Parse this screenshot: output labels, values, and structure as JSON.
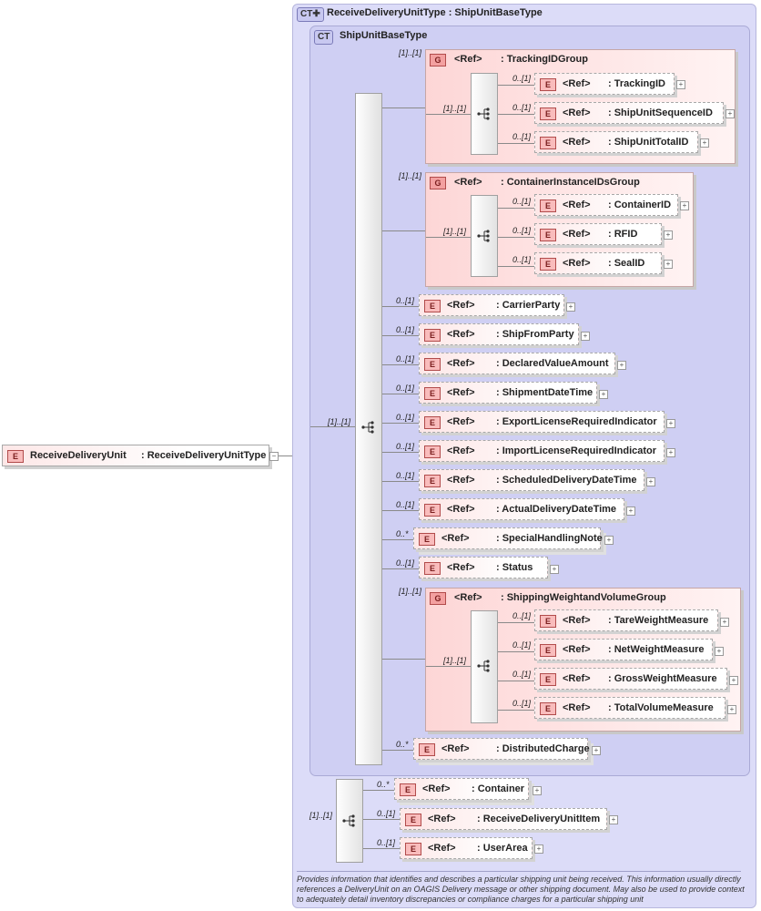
{
  "root": {
    "badge": "E",
    "name": "ReceiveDeliveryUnit",
    "type": ": ReceiveDeliveryUnitType"
  },
  "outer_type": {
    "badge": "CT",
    "label": "ReceiveDeliveryUnitType : ShipUnitBaseType"
  },
  "inner_type": {
    "badge": "CT",
    "label": "ShipUnitBaseType"
  },
  "ref_label": "<Ref>",
  "cards": {
    "one": "[1]..[1]",
    "opt": "0..[1]",
    "many": "0..*"
  },
  "groups": [
    {
      "name": ": TrackingIDGroup",
      "items": [
        ": TrackingID",
        ": ShipUnitSequenceID",
        ": ShipUnitTotalID"
      ]
    },
    {
      "name": ": ContainerInstanceIDsGroup",
      "items": [
        ": ContainerID",
        ": RFID",
        ": SealID"
      ]
    },
    {
      "name": ": ShippingWeightandVolumeGroup",
      "items": [
        ": TareWeightMeasure",
        ": NetWeightMeasure",
        ": GrossWeightMeasure",
        ": TotalVolumeMeasure"
      ]
    }
  ],
  "elements": [
    ": CarrierParty",
    ": ShipFromParty",
    ": DeclaredValueAmount",
    ": ShipmentDateTime",
    ": ExportLicenseRequiredIndicator",
    ": ImportLicenseRequiredIndicator",
    ": ScheduledDeliveryDateTime",
    ": ActualDeliveryDateTime",
    ": SpecialHandlingNote",
    ": Status",
    ": DistributedCharge"
  ],
  "extension": [
    ": Container",
    ": ReceiveDeliveryUnitItem",
    ": UserArea"
  ],
  "documentation": "Provides information that identifies and describes a particular shipping unit being received.  This information usually directly references a DeliveryUnit on an OAGIS Delivery message or other shipping   document.  May also be used to provide context to adequately detail inventory discrepancies or compliance charges for a particular shipping unit",
  "colors": {
    "frame": "#dcdcf8",
    "element": "#fde7e7",
    "badge": "#f9bcbc"
  },
  "icons": {
    "sequence": "sequence-icon",
    "expand": "plus-icon"
  }
}
